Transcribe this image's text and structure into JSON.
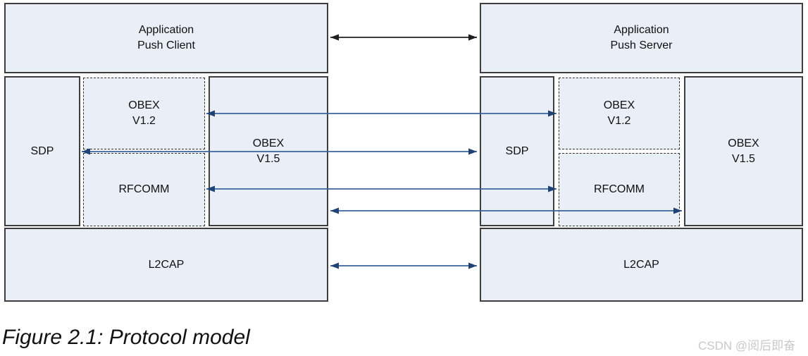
{
  "colors": {
    "box_fill": "#e9eef7",
    "box_border": "#3e3e3e",
    "dash_border": "#333333",
    "arrow_blue": "#3a649e",
    "arrow_blue_head": "#1e4374",
    "arrow_black": "#1f1f1f",
    "text": "#101010",
    "watermark": "#c9c9c9"
  },
  "stacks": [
    {
      "role": "client",
      "application_line1": "Application",
      "application_line2": "Push Client",
      "sdp": "SDP",
      "obex12_line1": "OBEX",
      "obex12_line2": "V1.2",
      "rfcomm": "RFCOMM",
      "obex15_line1": "OBEX",
      "obex15_line2": "V1.5",
      "l2cap": "L2CAP"
    },
    {
      "role": "server",
      "application_line1": "Application",
      "application_line2": "Push Server",
      "sdp": "SDP",
      "obex12_line1": "OBEX",
      "obex12_line2": "V1.2",
      "rfcomm": "RFCOMM",
      "obex15_line1": "OBEX",
      "obex15_line2": "V1.5",
      "l2cap": "L2CAP"
    }
  ],
  "arrows": [
    {
      "name": "application-link",
      "from": "Application Push Client",
      "to": "Application Push Server",
      "style": "black"
    },
    {
      "name": "obex-v12-link",
      "from": "OBEX V1.2 (client)",
      "to": "OBEX V1.2 (server)",
      "style": "blue"
    },
    {
      "name": "sdp-link",
      "from": "SDP (client)",
      "to": "SDP (server)",
      "style": "blue"
    },
    {
      "name": "rfcomm-link",
      "from": "RFCOMM (client)",
      "to": "RFCOMM (server)",
      "style": "blue"
    },
    {
      "name": "obex-v15-link",
      "from": "OBEX V1.5 (client)",
      "to": "OBEX V1.5 (server)",
      "style": "blue"
    },
    {
      "name": "l2cap-link",
      "from": "L2CAP (client)",
      "to": "L2CAP (server)",
      "style": "blue"
    }
  ],
  "caption": "Figure 2.1: Protocol model",
  "watermark": "CSDN @阅后即奋"
}
